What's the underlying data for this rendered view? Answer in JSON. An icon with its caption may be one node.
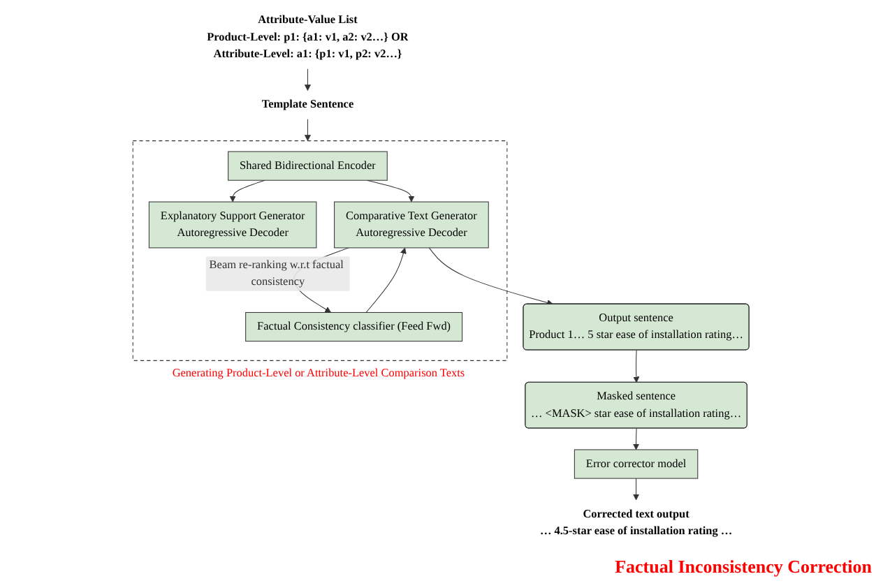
{
  "diagram": {
    "nodes": [
      {
        "text": [
          "Attribute-Value List",
          "Product-Level: p1: {a1: v1, a2: v2…} OR",
          "Attribute-Level: a1: {p1: v1, p2: v2…}"
        ]
      },
      {
        "text": [
          "Template Sentence"
        ]
      },
      {
        "text": [
          "Generating Product-Level or Attribute-Level Comparison Texts"
        ]
      },
      {
        "text": [
          "Shared Bidirectional Encoder"
        ],
        "in": 2
      },
      {
        "text": [
          "Explanatory Support Generator",
          "Autoregressive Decoder"
        ],
        "in": 2
      },
      {
        "text": [
          "Comparative Text Generator",
          "Autoregressive Decoder"
        ],
        "in": 2
      },
      {
        "text": [
          "Factual Consistency classifier (Feed Fwd)"
        ],
        "in": 2
      },
      {
        "text": [
          "Output sentence",
          "Product 1… 5 star ease of installation rating…"
        ]
      },
      {
        "text": [
          "Masked sentence",
          "… <MASK> star ease of installation rating…"
        ]
      },
      {
        "text": [
          "Error corrector model"
        ]
      },
      {
        "text": [
          "Corrected text output",
          "… 4.5-star ease of installation rating …"
        ]
      }
    ],
    "edges": [
      {
        "from": 0,
        "to": 1,
        "arrow": "to"
      },
      {
        "from": 1,
        "to": 2,
        "arrow": "to"
      },
      {
        "from": 3,
        "to": 4,
        "arrow": "to"
      },
      {
        "from": 3,
        "to": 5,
        "arrow": "to"
      },
      {
        "from": 5,
        "to": 6,
        "arrow": "to",
        "label": "Beam re-ranking w.r.t factual consistency"
      },
      {
        "from": 6,
        "to": 5,
        "arrow": "to"
      },
      {
        "from": 5,
        "to": 7,
        "arrow": "to"
      },
      {
        "from": 7,
        "to": 8,
        "arrow": "to"
      },
      {
        "from": 8,
        "to": 9,
        "arrow": "to"
      },
      {
        "from": 9,
        "to": 10,
        "arrow": "to"
      }
    ],
    "labels": [
      "Factual Inconsistency Correction"
    ]
  }
}
